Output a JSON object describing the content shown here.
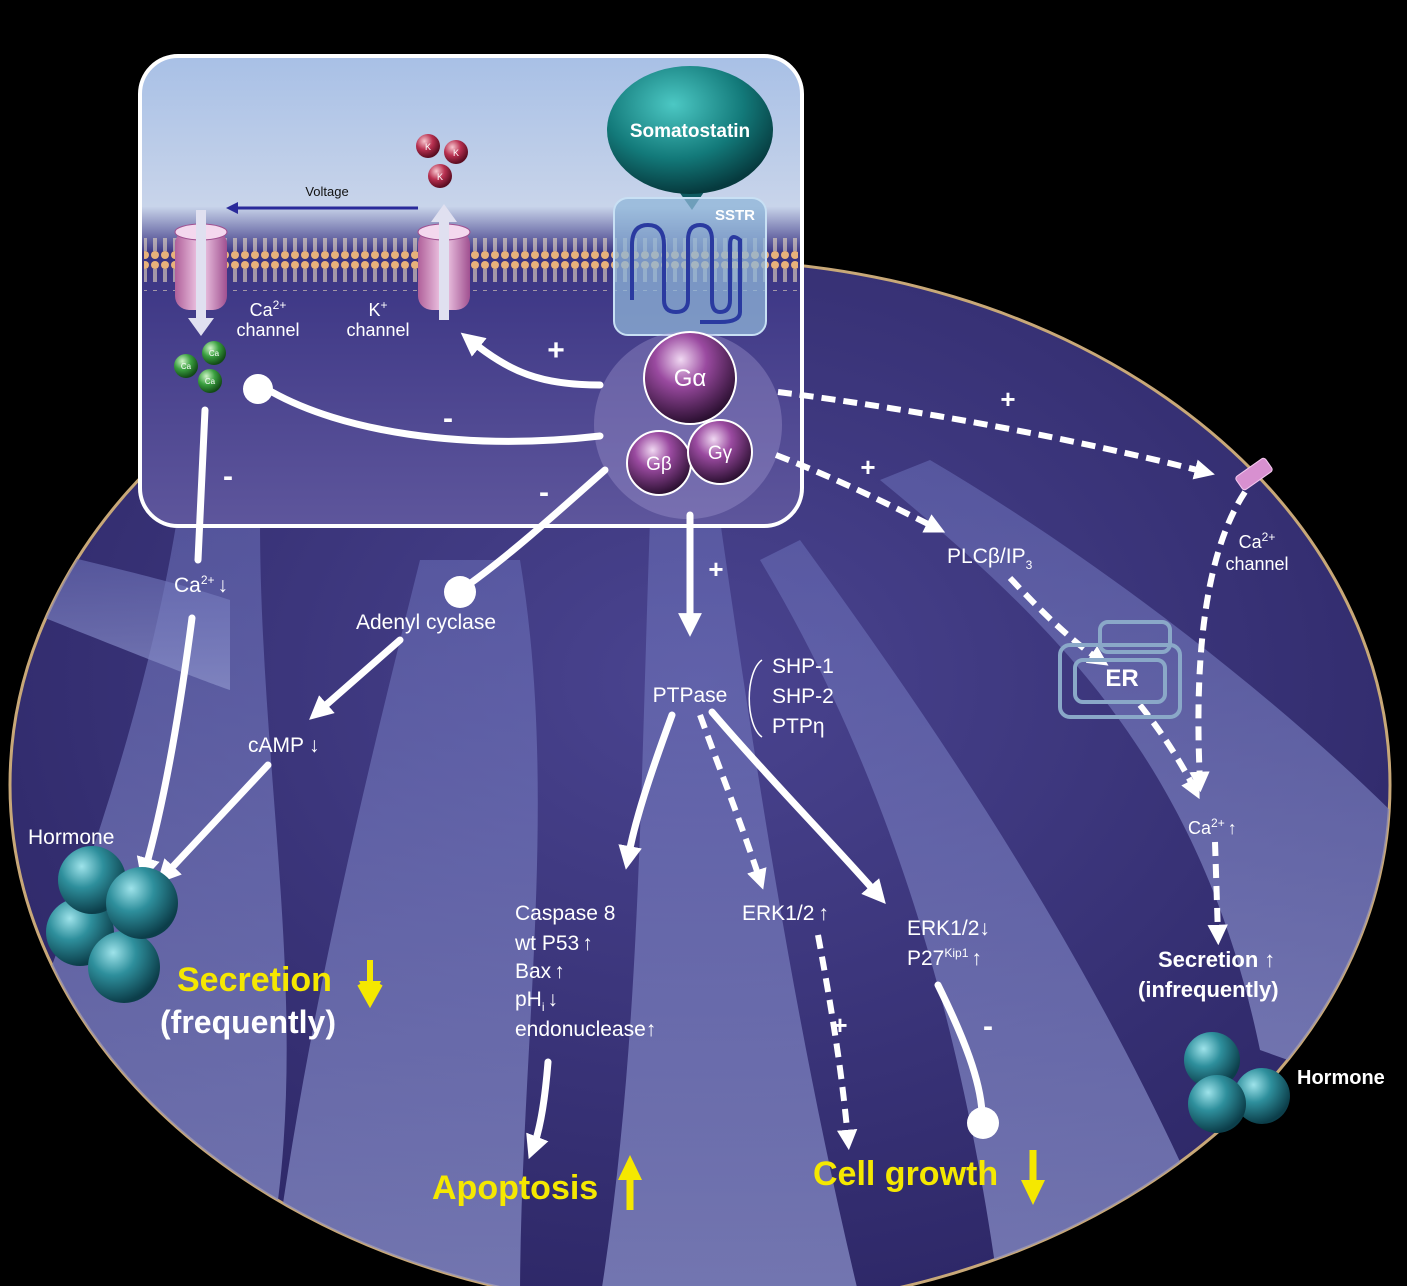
{
  "ligand": "Somatostatin",
  "receptor": "SSTR",
  "membrane_labels": {
    "voltage": "Voltage",
    "ca_channel": "Ca",
    "ca_channel_sup": "2+",
    "ca_channel_word": "channel",
    "k_channel": "K",
    "k_channel_sup": "+",
    "k_channel_word": "channel",
    "k_ion": "K",
    "ca_ion": "Ca"
  },
  "g_protein": {
    "alpha": "Gα",
    "beta": "Gβ",
    "gamma": "Gγ"
  },
  "signs": {
    "plus": "+",
    "minus": "-"
  },
  "nodes": {
    "ca_down": "Ca",
    "ca_down_sup": "2+",
    "ca_down_arrow": "↓",
    "adenyl_cyclase": "Adenyl cyclase",
    "camp": "cAMP",
    "camp_arrow": "↓",
    "ptpase": "PTPase",
    "ptpase_list": [
      "SHP-1",
      "SHP-2",
      "PTPη"
    ],
    "plc": "PLCβ/IP",
    "plc_sub": "3",
    "er": "ER",
    "ca_channel_right": "Ca",
    "ca_channel_right_sup": "2+",
    "ca_channel_right_word": "channel",
    "ca_up": "Ca",
    "ca_up_sup": "2+",
    "ca_up_arrow": "↑",
    "apoptosis_list": [
      "Caspase 8",
      "wt P53",
      "Bax",
      "pH",
      "endonuclease"
    ],
    "apoptosis_arrows": [
      "",
      "↑",
      "↑",
      "↓",
      "↑"
    ],
    "ph_sub": "i",
    "erk_up": "ERK1/2",
    "erk_up_arrow": "↑",
    "erk_down": "ERK1/2",
    "erk_down_arrow": "↓",
    "p27": "P27",
    "p27_sup": "Kip1",
    "p27_arrow": "↑"
  },
  "outcomes": {
    "hormone_left": "Hormone",
    "secretion_frequent_1": "Secretion",
    "secretion_frequent_2": "(frequently)",
    "apoptosis": "Apoptosis",
    "cell_growth": "Cell growth",
    "secretion_infrequent_1": "Secretion",
    "secretion_infrequent_arrow": "↑",
    "secretion_infrequent_2": "(infrequently)",
    "hormone_right": "Hormone"
  },
  "colors": {
    "background": "#000000",
    "cell": "#3b3478",
    "cell_rim": "#c8a878",
    "highlight": "#f5e800",
    "arrow": "#ffffff",
    "hormone": "#2b8a95",
    "g_protein": "#8a3a8c"
  }
}
